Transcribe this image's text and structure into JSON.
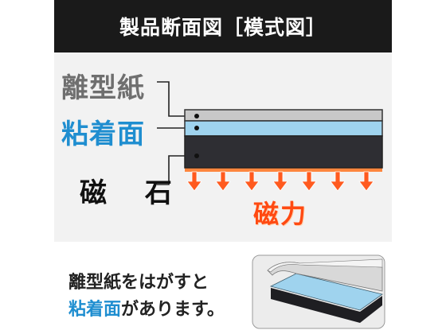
{
  "header": {
    "title": "製品断面図［模式図］"
  },
  "layers": {
    "release": "離型紙",
    "adhesive": "粘着面",
    "magnet": "磁 石"
  },
  "force_label": "磁力",
  "note": {
    "line1_highlight": "離型紙",
    "line1_rest": "をはがすと",
    "line2_highlight": "粘着面",
    "line2_rest": "があります。"
  },
  "colors": {
    "header_bg": "#1a1a1a",
    "release_paper": "#c8c8c8",
    "adhesive": "#9fd3ee",
    "magnet": "#2e2e33",
    "force_arrow": "#ff5a1f",
    "accent_blue": "#1f8ed0"
  }
}
